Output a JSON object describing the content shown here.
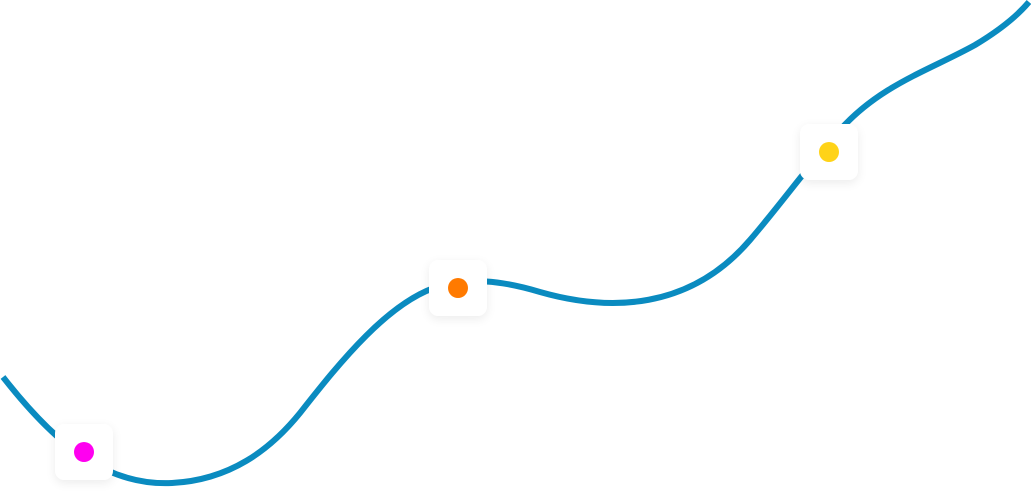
{
  "line_color": "#0a8bc0",
  "markers": [
    {
      "name": "marker-start",
      "color": "#ff00f0"
    },
    {
      "name": "marker-middle",
      "color": "#ff7a00"
    },
    {
      "name": "marker-end",
      "color": "#ffd318"
    }
  ]
}
